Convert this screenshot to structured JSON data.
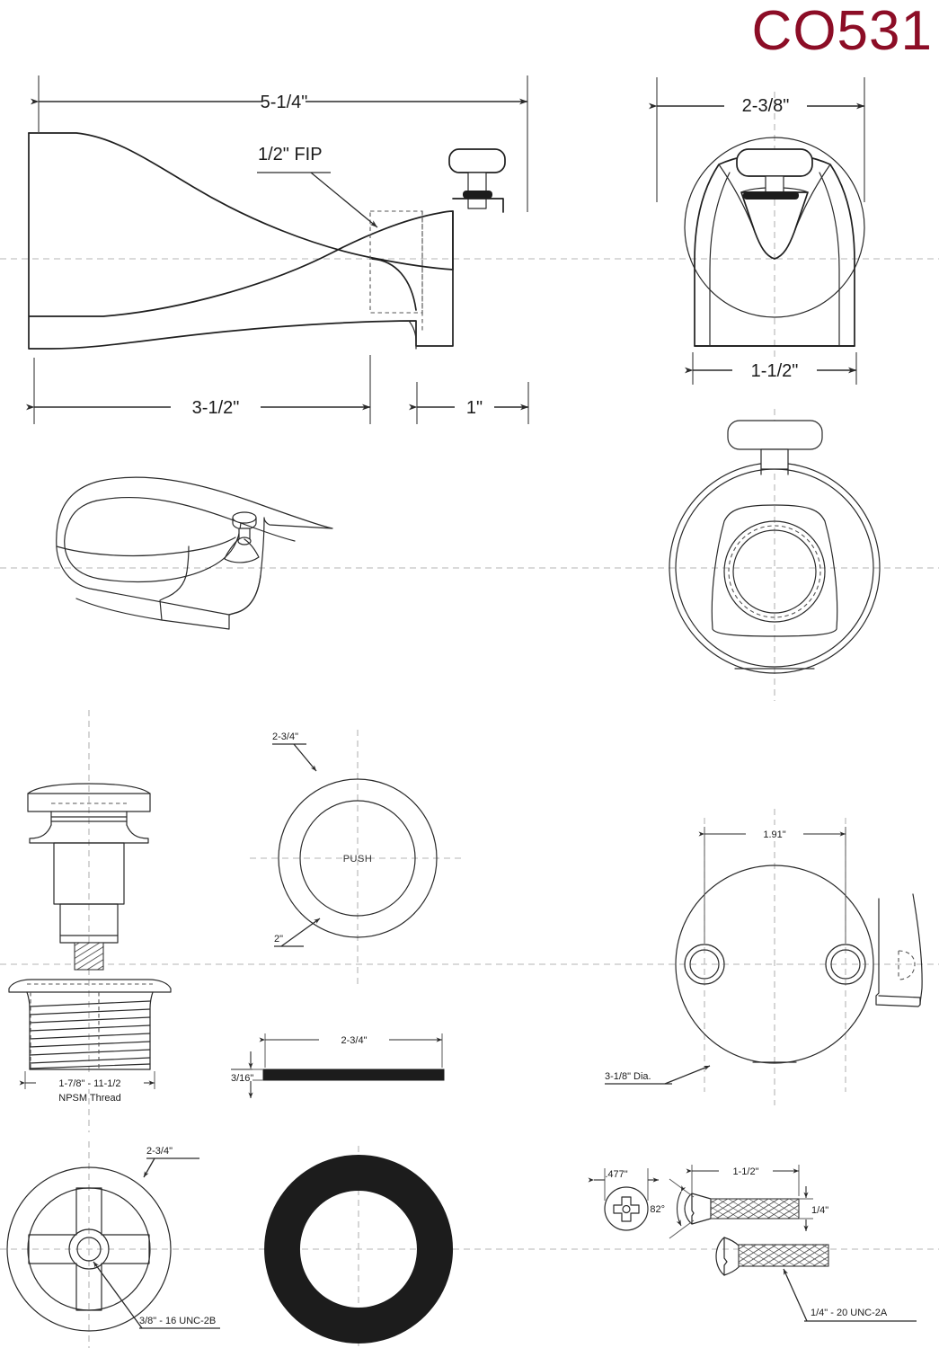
{
  "title": {
    "model": "CO531",
    "color": "#8c0d26"
  },
  "views": {
    "side_elevation": {
      "name": "tub spout side elevation",
      "dimensions": {
        "overall_length": "5-1/4\"",
        "body_length": "3-1/2\"",
        "end_length": "1\"",
        "inlet_callout": "1/2\" FIP"
      }
    },
    "front_elevation": {
      "name": "tub spout front elevation",
      "dimensions": {
        "width": "2-3/8\"",
        "base_width": "1-1/2\""
      }
    },
    "isometric": {
      "name": "tub spout isometric"
    },
    "rear_plan": {
      "name": "tub spout rear plan"
    },
    "drain_assembly": {
      "name": "push drain stopper and body",
      "dimensions": {
        "thread": "1-7/8\" - 11-1/2",
        "thread_note": "NPSM Thread"
      }
    },
    "push_ring": {
      "name": "push drain face ring",
      "labels": {
        "center": "PUSH",
        "outer_dia": "2-3/4\"",
        "inner_dia": "2\""
      }
    },
    "gasket_section": {
      "name": "rubber gasket section",
      "dimensions": {
        "width": "2-3/4\"",
        "thickness": "3/16\""
      }
    },
    "strainer": {
      "name": "cross bar strainer plate",
      "dimensions": {
        "outer_dia": "2-3/4\"",
        "center_thread": "3/8\" - 16 UNC-2B"
      }
    },
    "gasket_ring": {
      "name": "rubber gasket ring"
    },
    "overflow_plate": {
      "name": "two hole overflow face plate",
      "dimensions": {
        "hole_spacing": "1.91\"",
        "plate_dia": "3-1/8\" Dia."
      }
    },
    "overflow_profile": {
      "name": "overflow plate side profile"
    },
    "screws": {
      "name": "mounting screws",
      "dimensions": {
        "head_dia": ".477\"",
        "head_angle": "82°",
        "length": "1-1/2\"",
        "shank_dia": "1/4\"",
        "thread_spec": "1/4\" - 20 UNC-2A"
      }
    }
  }
}
